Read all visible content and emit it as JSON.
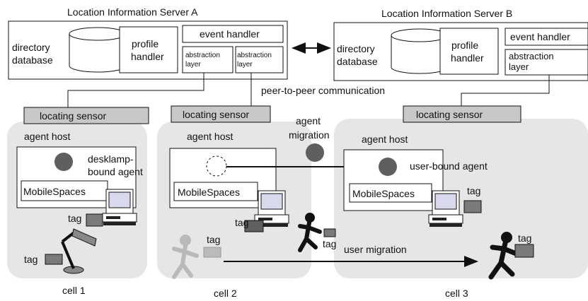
{
  "serverA": {
    "title": "Location Information Server A",
    "directory_db": [
      "directory",
      "database"
    ],
    "profile_handler": [
      "profile",
      "handler"
    ],
    "event_handler": "event handler",
    "abstraction_layer": [
      "abstraction",
      "layer"
    ]
  },
  "serverB": {
    "title": "Location Information Server B",
    "directory_db": [
      "directory",
      "database"
    ],
    "profile_handler": [
      "profile",
      "handler"
    ],
    "event_handler": "event handler",
    "abstraction_layer": [
      "abstraction",
      "layer"
    ]
  },
  "p2p_label": "peer-to-peer communication",
  "sensor_label": "locating sensor",
  "agent_host_label": "agent host",
  "mobilespaces_label": "MobileSpaces",
  "desklamp_agent": [
    "desklamp-",
    "bound agent"
  ],
  "agent_migration": [
    "agent",
    "migration"
  ],
  "user_bound_agent": "user-bound agent",
  "user_migration": "user migration",
  "tag_label": "tag",
  "cells": [
    "cell 1",
    "cell 2",
    "cell 3"
  ],
  "colors": {
    "cell_fill": "#e6e6e6",
    "sensor_fill": "#c8c8c8",
    "agent_fill": "#5f5f5f",
    "tag_fill": "#7a7a7a",
    "line": "#111111"
  }
}
